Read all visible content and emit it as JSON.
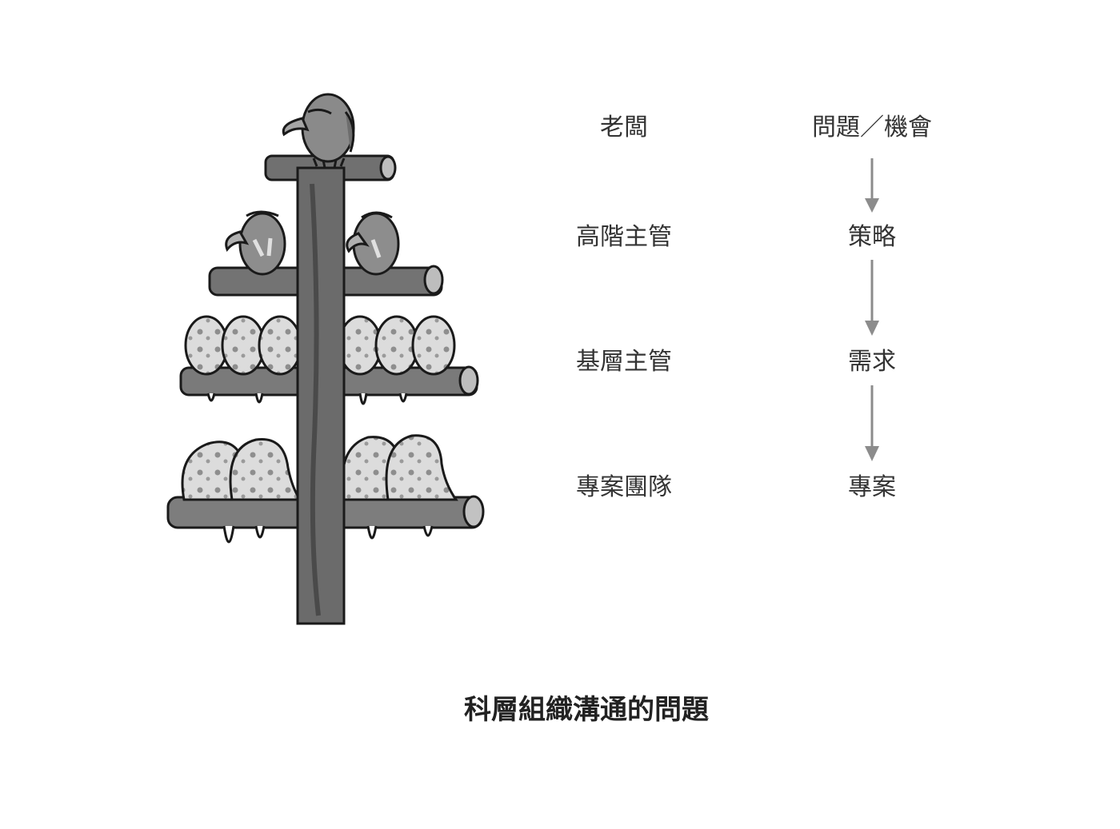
{
  "levels": [
    {
      "role": "老闆",
      "flow": "問題／機會"
    },
    {
      "role": "高階主管",
      "flow": "策略"
    },
    {
      "role": "基層主管",
      "flow": "需求"
    },
    {
      "role": "專案團隊",
      "flow": "專案"
    }
  ],
  "caption": "科層組織溝通的問題",
  "colors": {
    "text": "#333333",
    "arrow": "#8c8c8c",
    "pole": "#6b6b6b",
    "bird": "#8a8a8a",
    "mess": "#d6d6d6"
  }
}
